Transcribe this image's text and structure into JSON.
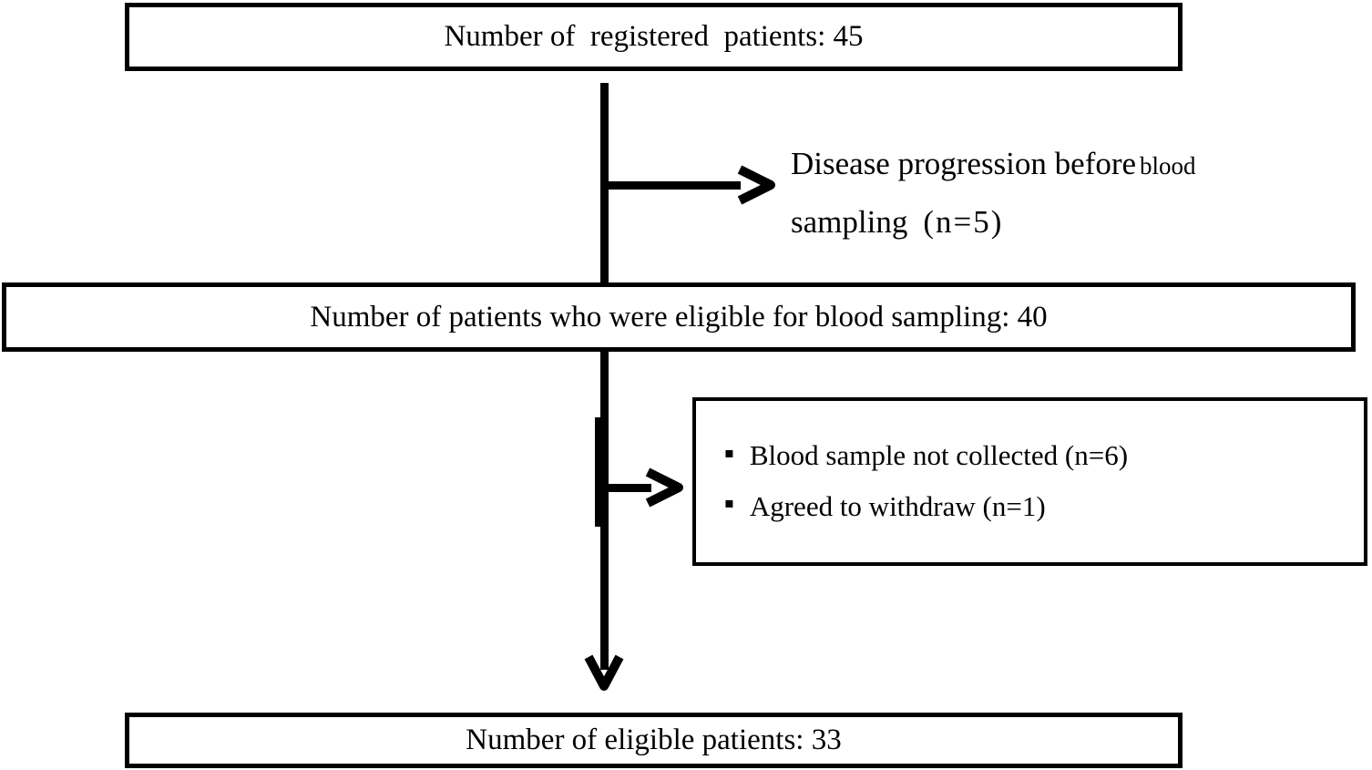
{
  "diagram": {
    "background_color": "#ffffff",
    "line_color": "#000000",
    "boxes": {
      "registered": {
        "text": "Number of  registered  patients: 45"
      },
      "eligible_for_sampling": {
        "text": "Number of patients who were eligible for blood sampling: 40"
      },
      "eligible_final": {
        "text": "Number of eligible patients: 33"
      }
    },
    "exclusions": {
      "disease_progression": {
        "line1_main": "Disease progression before",
        "line1_small": "blood",
        "line2_main": "sampling",
        "line2_count": "(n=5)"
      },
      "not_collected_withdrawn": {
        "bullet_glyph": "▪",
        "items": [
          "Blood sample not collected (n=6)",
          "Agreed to withdraw (n=1)"
        ]
      }
    }
  }
}
